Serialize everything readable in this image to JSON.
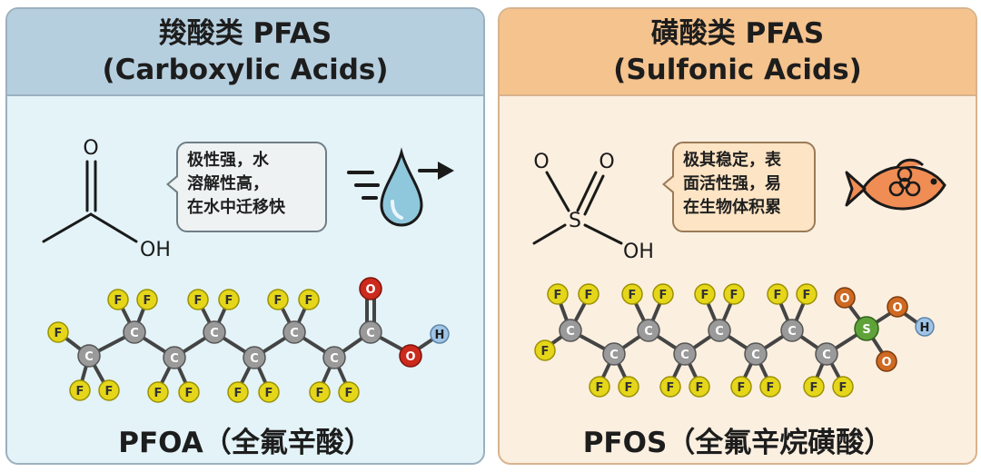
{
  "left_panel": {
    "title_cn": "羧酸类 PFAS",
    "title_en": "(Carboxylic Acids)",
    "structure_labels": {
      "carbonyl_o": "O",
      "hydroxyl": "OH"
    },
    "bubble_lines": [
      "极性强，水",
      "溶解性高，",
      "在水中迁移快"
    ],
    "icon": "water-drop-moving-icon",
    "compound_name": "PFOA（全氟辛酸）",
    "atom_labels": {
      "F": "F",
      "C": "C",
      "O": "O",
      "H": "H"
    }
  },
  "right_panel": {
    "title_cn": "磺酸类 PFAS",
    "title_en": "(Sulfonic Acids)",
    "structure_labels": {
      "o1": "O",
      "o2": "O",
      "s": "S",
      "hydroxyl": "OH"
    },
    "bubble_lines": [
      "极其稳定，表",
      "面活性强，易",
      "在生物体积累"
    ],
    "icon": "fish-biohazard-icon",
    "compound_name": "PFOS（全氟辛烷磺酸）",
    "atom_labels": {
      "F": "F",
      "C": "C",
      "O": "O",
      "S": "S",
      "H": "H"
    }
  },
  "colors": {
    "left_bg": "#e3f3f8",
    "left_header": "#b6cfdf",
    "right_bg": "#fbefe0",
    "right_header": "#f5c38e",
    "fluorine": "#e5d61a",
    "carbon": "#9a9a9a",
    "oxygen": "#cc2a1c",
    "sulfonic_oxygen": "#cf6a22",
    "sulfur": "#5fa23a",
    "hydrogen": "#9fc4e6",
    "water_drop": "#8fc7dc",
    "fish": "#f08d55"
  }
}
